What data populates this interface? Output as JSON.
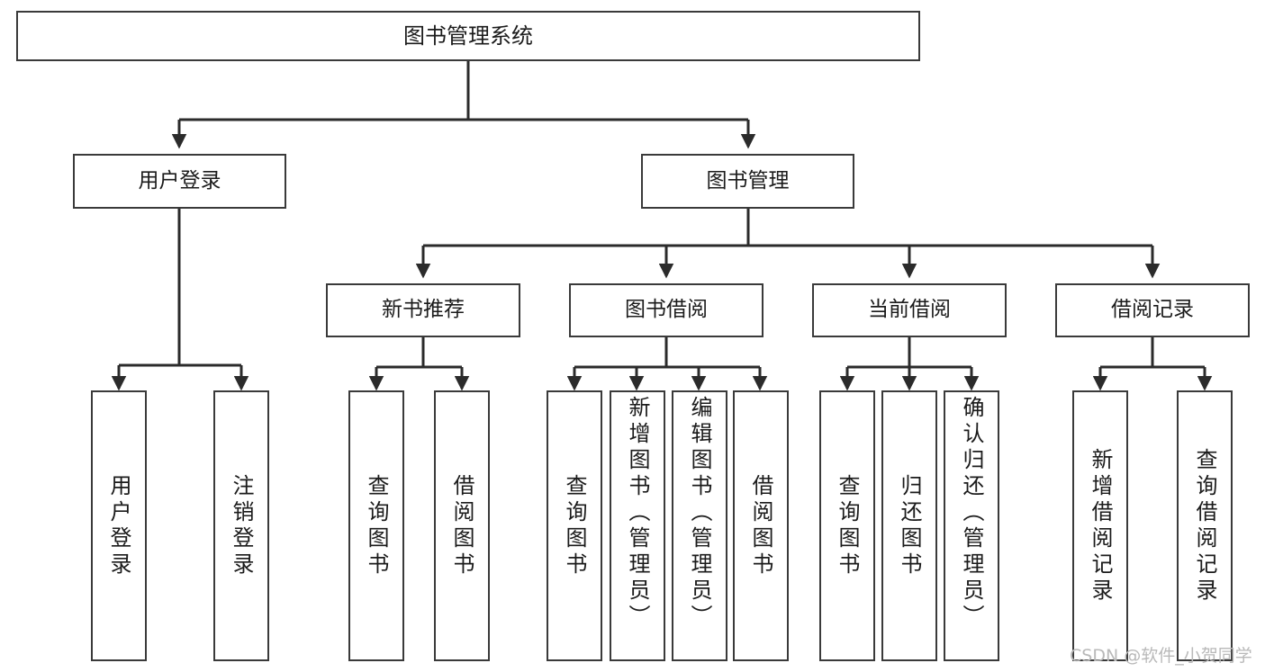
{
  "diagram": {
    "title": "图书管理系统",
    "type": "tree-hierarchy-chart",
    "watermark": "CSDN @软件_小贺同学",
    "colors": {
      "box_border": "#3a3a3a",
      "edge": "#2b2b2b",
      "background": "#ffffff",
      "text": "#1b1b1b",
      "watermark": "#b9b9b9"
    }
  },
  "nodes": {
    "root": {
      "label": "图书管理系统"
    },
    "level2": [
      {
        "label": "用户登录"
      },
      {
        "label": "图书管理"
      }
    ],
    "level3": [
      {
        "label": "新书推荐"
      },
      {
        "label": "图书借阅"
      },
      {
        "label": "当前借阅"
      },
      {
        "label": "借阅记录"
      }
    ],
    "leaves": {
      "user_login": [
        {
          "label": "用户登录"
        },
        {
          "label": "注销登录"
        }
      ],
      "new_book_recommend": [
        {
          "label": "查询图书"
        },
        {
          "label": "借阅图书"
        }
      ],
      "book_borrow": [
        {
          "label": "查询图书"
        },
        {
          "label": "新增图书（管理员）"
        },
        {
          "label": "编辑图书（管理员）"
        },
        {
          "label": "借阅图书"
        }
      ],
      "current_borrow": [
        {
          "label": "查询图书"
        },
        {
          "label": "归还图书"
        },
        {
          "label": "确认归还（管理员）"
        }
      ],
      "borrow_record": [
        {
          "label": "新增借阅记录"
        },
        {
          "label": "查询借阅记录"
        }
      ]
    }
  }
}
